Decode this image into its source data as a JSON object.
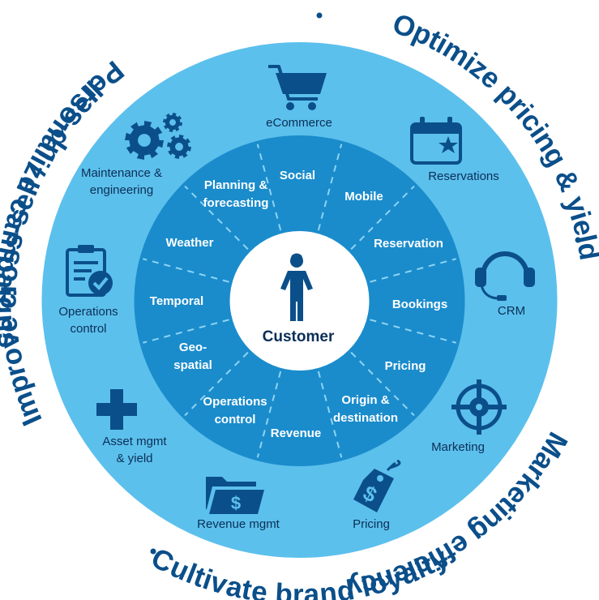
{
  "outer_ring": [
    "Improve cross-sell / up-sell",
    "Optimize pricing & yield",
    "Marketing efficiency",
    "Cultivate brand loyalty",
    "Personalize campaigns"
  ],
  "center": {
    "label": "Customer"
  },
  "outer_items": [
    {
      "name": "ecommerce",
      "icon": "shopping-cart-icon",
      "lines": [
        "eCommerce"
      ]
    },
    {
      "name": "reservations",
      "icon": "calendar-icon",
      "lines": [
        "Reservations"
      ]
    },
    {
      "name": "crm",
      "icon": "headset-icon",
      "lines": [
        "CRM"
      ]
    },
    {
      "name": "marketing",
      "icon": "crosshair-icon",
      "lines": [
        "Marketing"
      ]
    },
    {
      "name": "pricing",
      "icon": "price-tag-icon",
      "lines": [
        "Pricing"
      ]
    },
    {
      "name": "revenue-mgmt",
      "icon": "folder-dollar-icon",
      "lines": [
        "Revenue mgmt"
      ]
    },
    {
      "name": "asset-mgmt",
      "icon": "plus-icon",
      "lines": [
        "Asset mgmt",
        "& yield"
      ]
    },
    {
      "name": "operations-control",
      "icon": "clipboard-check-icon",
      "lines": [
        "Operations",
        "control"
      ]
    },
    {
      "name": "maintenance",
      "icon": "gears-icon",
      "lines": [
        "Maintenance &",
        "engineering"
      ]
    }
  ],
  "segments": [
    {
      "name": "social",
      "lines": [
        "Social"
      ]
    },
    {
      "name": "mobile",
      "lines": [
        "Mobile"
      ]
    },
    {
      "name": "reservation",
      "lines": [
        "Reservation"
      ]
    },
    {
      "name": "bookings",
      "lines": [
        "Bookings"
      ]
    },
    {
      "name": "pricing",
      "lines": [
        "Pricing"
      ]
    },
    {
      "name": "origin-destination",
      "lines": [
        "Origin &",
        "destination"
      ]
    },
    {
      "name": "revenue",
      "lines": [
        "Revenue"
      ]
    },
    {
      "name": "operations-control",
      "lines": [
        "Operations",
        "control"
      ]
    },
    {
      "name": "geo-spatial",
      "lines": [
        "Geo-",
        "spatial"
      ]
    },
    {
      "name": "temporal",
      "lines": [
        "Temporal"
      ]
    },
    {
      "name": "weather",
      "lines": [
        "Weather"
      ]
    },
    {
      "name": "planning-forecasting",
      "lines": [
        "Planning &",
        "forecasting"
      ]
    }
  ],
  "colors": {
    "outer_disc": "#5cc0ec",
    "inner_disc": "#1a8ccc",
    "center": "#ffffff",
    "dark_text": "#0b2f57",
    "arc_text": "#0b4f8a",
    "divider": "#8fd4f3"
  }
}
